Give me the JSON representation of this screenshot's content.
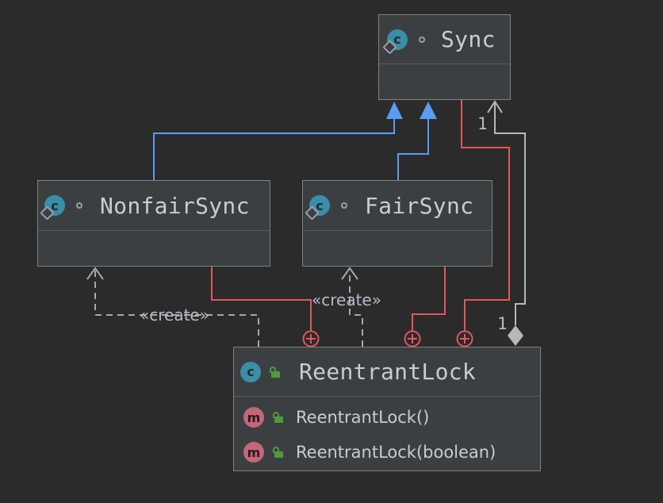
{
  "classes": {
    "sync": {
      "name": "Sync"
    },
    "nonfair_sync": {
      "name": "NonfairSync"
    },
    "fair_sync": {
      "name": "FairSync"
    },
    "reentrant_lock": {
      "name": "ReentrantLock",
      "methods": [
        "ReentrantLock()",
        "ReentrantLock(boolean)"
      ]
    }
  },
  "icons": {
    "class_icon_letter": "c",
    "method_icon_letter": "m"
  },
  "relations": {
    "create_label_1": "«create»",
    "create_label_2": "«create»",
    "multiplicity_top": "1",
    "multiplicity_bottom": "1"
  },
  "colors": {
    "background": "#2b2b2c",
    "inheritance": "#5a9cf0",
    "inner_class": "#e2575a",
    "aggregation": "#b8b8b8",
    "dependency": "#a8a8a8"
  }
}
